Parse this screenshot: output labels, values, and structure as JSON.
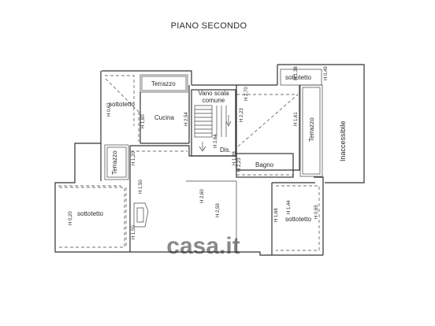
{
  "title": "PIANO SECONDO",
  "rooms": {
    "sottotetto_nw": "sottotetto",
    "terrazzo_top": "Terrazzo",
    "cucina": "Cucina",
    "vano_scala_1": "Vano scala",
    "vano_scala_2": "comune",
    "sottotetto_ne": "sottotetto",
    "terrazzo_right": "Terrazzo",
    "inaccessibile": "Inaccessibile",
    "terrazzo_left": "Terrazzo",
    "dis": "Dis.",
    "bagno": "Bagno",
    "sottotetto_w": "sottotetto",
    "sottotetto_se": "sottotetto"
  },
  "heights": {
    "h1": "H 0,62",
    "h2": "H 1,60",
    "h3": "H 2,54",
    "h4": "H 2,70",
    "h5": "H 2,23",
    "h6": "H 1,38",
    "h7": "H 0,49",
    "h8": "H 1,20",
    "h9": "H 2,64",
    "h10": "H 2,23",
    "h11": "H 1,50",
    "h12": "H 1,61",
    "h13": "H 1,28",
    "h14": "H 2,60",
    "h15": "H 2,59",
    "h16": "H 1,44",
    "h17": "H 1,68",
    "h18": "H 0,65",
    "h19": "H 0,20",
    "h20": "H 1,50"
  },
  "watermark": "casa.it",
  "colors": {
    "wall": "#555555",
    "line": "#333333",
    "watermark": "#d6d6d6"
  }
}
